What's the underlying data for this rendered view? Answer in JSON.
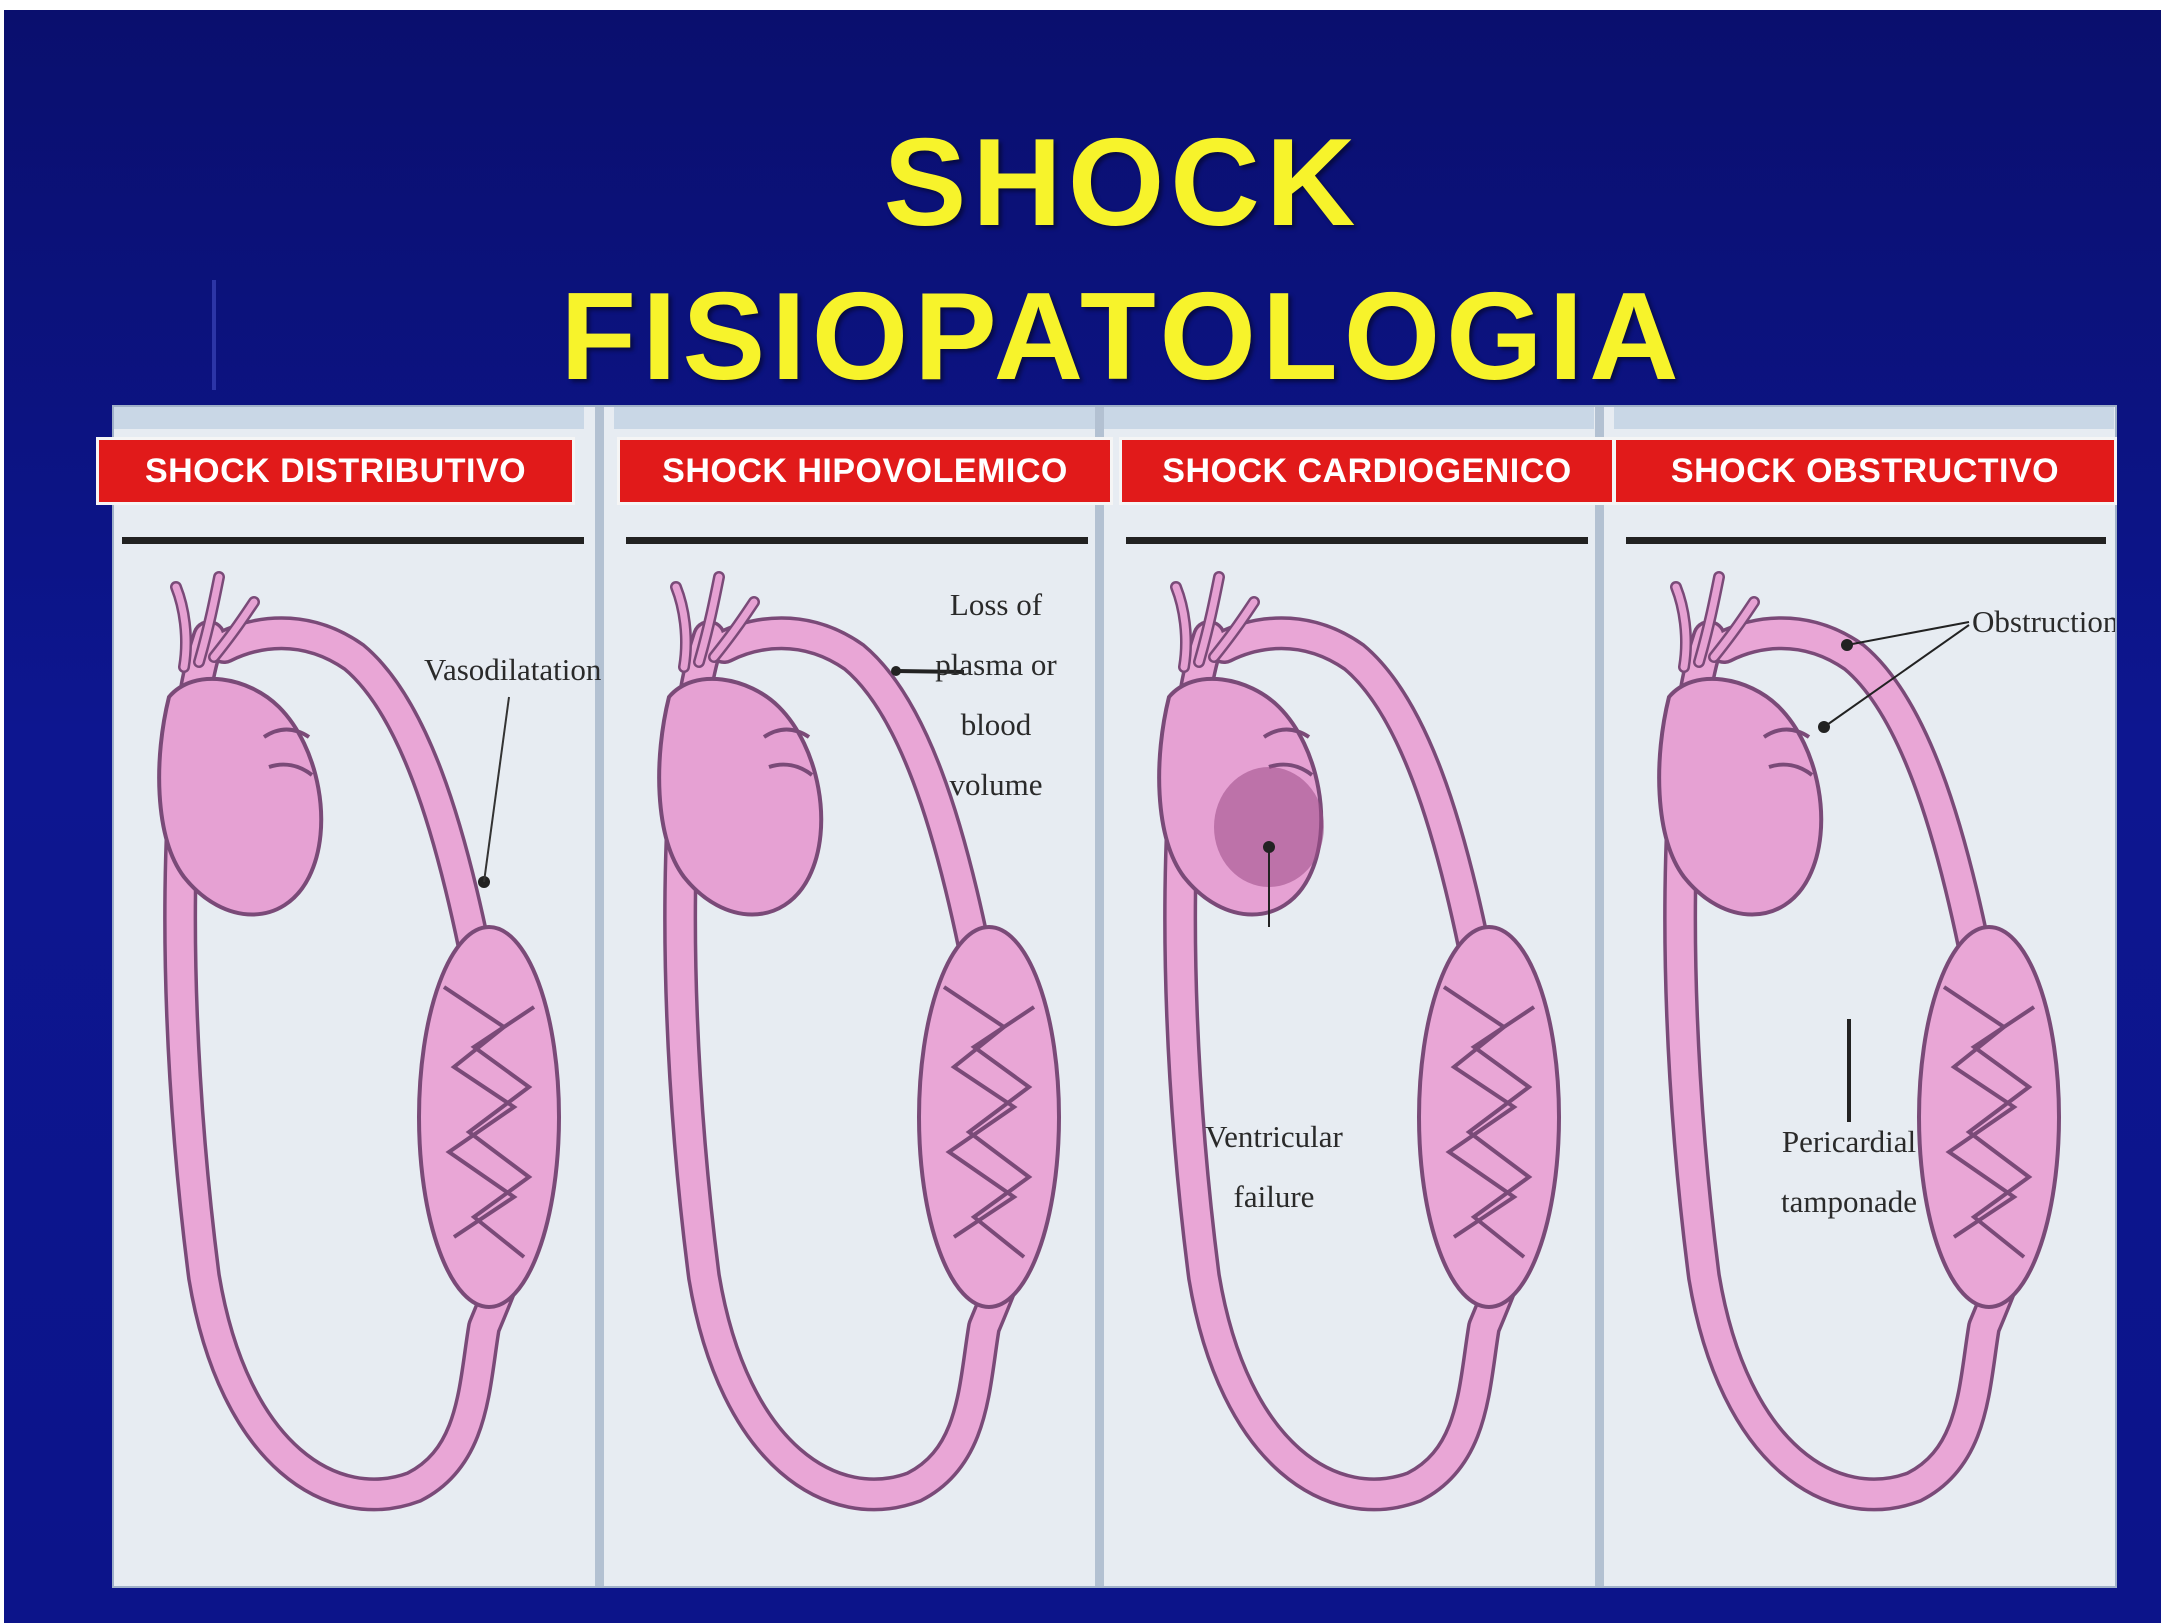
{
  "title": {
    "line1": "SHOCK",
    "line2": "FISIOPATOLOGIA"
  },
  "panels": [
    {
      "label": "SHOCK DISTRIBUTIVO",
      "annotation": [
        "Vasodilatation"
      ]
    },
    {
      "label": "SHOCK HIPOVOLEMICO",
      "annotation": [
        "Loss of",
        "plasma or",
        "blood",
        "volume"
      ]
    },
    {
      "label": "SHOCK CARDIOGENICO",
      "annotation": [
        "Ventricular",
        "failure"
      ]
    },
    {
      "label": "SHOCK OBSTRUCTIVO",
      "annotation_top": [
        "Obstruction"
      ],
      "annotation": [
        "Pericardial",
        "tamponade"
      ]
    }
  ],
  "colors": {
    "background": "#0c148a",
    "title": "#f7f32b",
    "label_bg": "#e11a1a",
    "vessel": "#e9a6d6",
    "vessel_outline": "#7a4a78",
    "heart": "#e6a1d3",
    "panel_bg": "#e7ecf2"
  },
  "icons": [
    "heart-circulation-diagram"
  ]
}
